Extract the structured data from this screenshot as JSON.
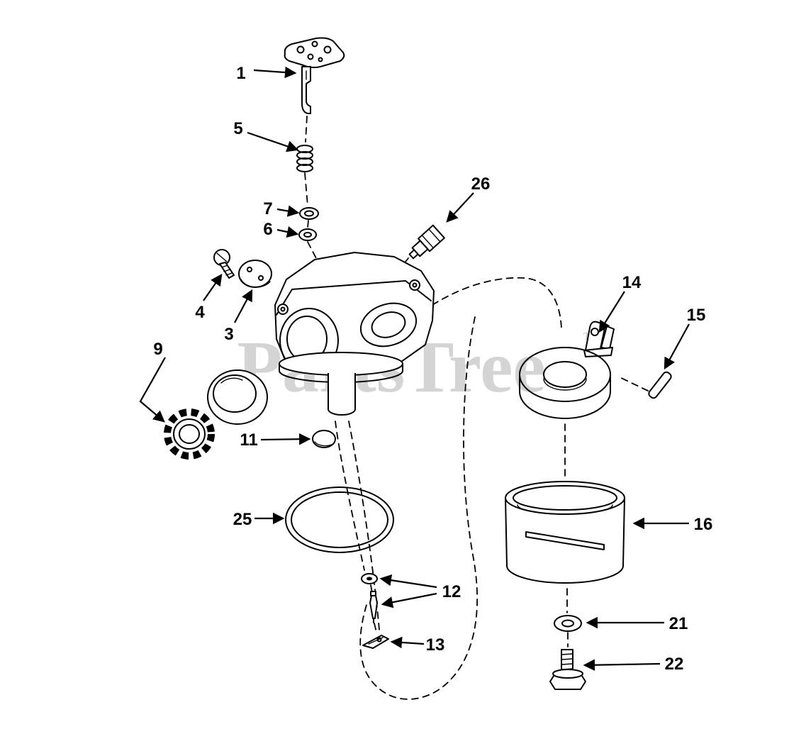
{
  "watermark": {
    "text": "PartsTree",
    "tm": "™",
    "color": "#c6c6c6"
  },
  "diagram": {
    "stroke_color": "#000000",
    "background": "#ffffff",
    "callouts": [
      {
        "label": "1"
      },
      {
        "label": "5"
      },
      {
        "label": "7"
      },
      {
        "label": "6"
      },
      {
        "label": "26"
      },
      {
        "label": "4"
      },
      {
        "label": "3"
      },
      {
        "label": "9"
      },
      {
        "label": "11"
      },
      {
        "label": "25"
      },
      {
        "label": "12"
      },
      {
        "label": "13"
      },
      {
        "label": "14"
      },
      {
        "label": "15"
      },
      {
        "label": "16"
      },
      {
        "label": "21"
      },
      {
        "label": "22"
      }
    ]
  }
}
